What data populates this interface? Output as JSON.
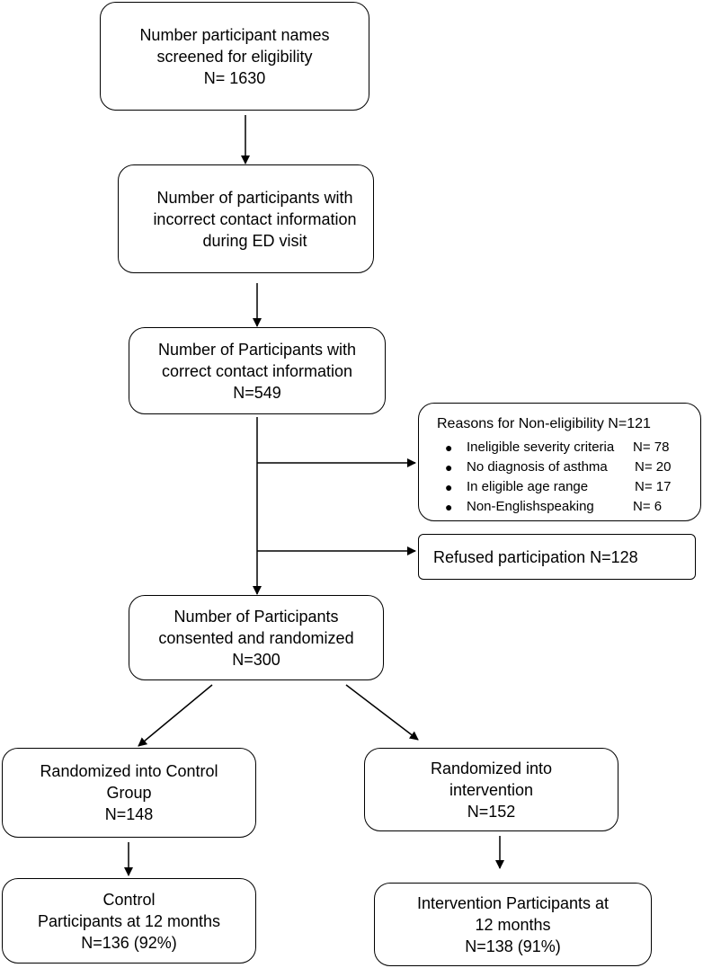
{
  "flowchart": {
    "screened": {
      "lines": [
        "Number participant names",
        "screened for eligibility",
        "N= 1630"
      ]
    },
    "incorrect_contact": {
      "lines": [
        "Number of participants with",
        "incorrect contact information",
        "during ED visit"
      ]
    },
    "correct_contact": {
      "lines": [
        "Number of Participants with",
        "correct contact information",
        "N=549"
      ]
    },
    "non_eligibility": {
      "title": "Reasons for Non-eligibility N=121",
      "items": [
        {
          "label": "Ineligible severity criteria",
          "n": "N= 78"
        },
        {
          "label": "No diagnosis of asthma",
          "n": "N= 20"
        },
        {
          "label": "In eligible age range",
          "n": "N= 17"
        },
        {
          "label": "Non-Englishspeaking",
          "n": "N= 6"
        }
      ]
    },
    "refused": {
      "text": "Refused participation N=128"
    },
    "randomized": {
      "lines": [
        "Number of Participants",
        "consented and randomized",
        "N=300"
      ]
    },
    "control_group": {
      "lines": [
        "Randomized into Control",
        "Group",
        "N=148"
      ]
    },
    "intervention_group": {
      "lines": [
        "Randomized into",
        "intervention",
        "N=152"
      ]
    },
    "control_12m": {
      "lines": [
        "Control",
        "Participants at 12 months",
        "N=136 (92%)"
      ]
    },
    "intervention_12m": {
      "lines": [
        "Intervention Participants at",
        "12 months",
        "N=138 (91%)"
      ]
    }
  }
}
